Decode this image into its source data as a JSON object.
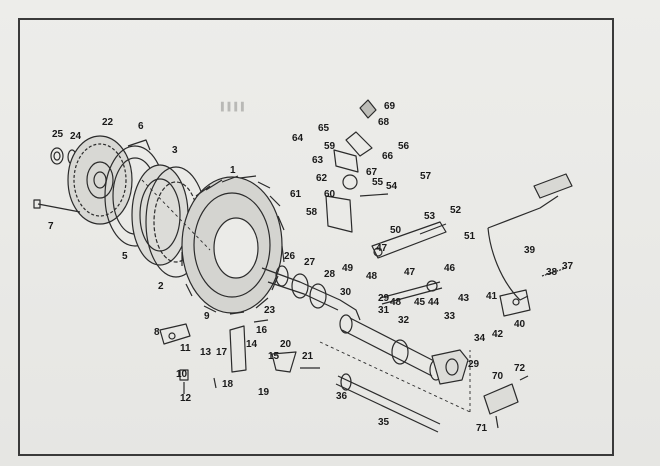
{
  "diagram": {
    "type": "exploded-parts-diagram",
    "background_color": "#e9e9e6",
    "line_color": "#2b2b2b",
    "callouts": [
      {
        "id": "c1",
        "text": "1"
      },
      {
        "id": "c2",
        "text": "2"
      },
      {
        "id": "c3",
        "text": "3"
      },
      {
        "id": "c5",
        "text": "5"
      },
      {
        "id": "c6",
        "text": "6"
      },
      {
        "id": "c7",
        "text": "7"
      },
      {
        "id": "c8",
        "text": "8"
      },
      {
        "id": "c9",
        "text": "9"
      },
      {
        "id": "c10",
        "text": "10"
      },
      {
        "id": "c11",
        "text": "11"
      },
      {
        "id": "c12",
        "text": "12"
      },
      {
        "id": "c13",
        "text": "13"
      },
      {
        "id": "c14",
        "text": "14"
      },
      {
        "id": "c15",
        "text": "15"
      },
      {
        "id": "c16",
        "text": "16"
      },
      {
        "id": "c17",
        "text": "17"
      },
      {
        "id": "c18",
        "text": "18"
      },
      {
        "id": "c19",
        "text": "19"
      },
      {
        "id": "c20",
        "text": "20"
      },
      {
        "id": "c21",
        "text": "21"
      },
      {
        "id": "c22",
        "text": "22"
      },
      {
        "id": "c23",
        "text": "23"
      },
      {
        "id": "c24",
        "text": "24"
      },
      {
        "id": "c25",
        "text": "25"
      },
      {
        "id": "c26",
        "text": "26"
      },
      {
        "id": "c27",
        "text": "27"
      },
      {
        "id": "c28",
        "text": "28"
      },
      {
        "id": "c29a",
        "text": "29"
      },
      {
        "id": "c29b",
        "text": "29"
      },
      {
        "id": "c30",
        "text": "30"
      },
      {
        "id": "c31",
        "text": "31"
      },
      {
        "id": "c32",
        "text": "32"
      },
      {
        "id": "c33",
        "text": "33"
      },
      {
        "id": "c34",
        "text": "34"
      },
      {
        "id": "c35",
        "text": "35"
      },
      {
        "id": "c36",
        "text": "36"
      },
      {
        "id": "c37",
        "text": "37"
      },
      {
        "id": "c38",
        "text": "38"
      },
      {
        "id": "c39",
        "text": "39"
      },
      {
        "id": "c40",
        "text": "40"
      },
      {
        "id": "c41",
        "text": "41"
      },
      {
        "id": "c42",
        "text": "42"
      },
      {
        "id": "c43",
        "text": "43"
      },
      {
        "id": "c44",
        "text": "44"
      },
      {
        "id": "c45",
        "text": "45"
      },
      {
        "id": "c46",
        "text": "46"
      },
      {
        "id": "c47a",
        "text": "47"
      },
      {
        "id": "c47b",
        "text": "47"
      },
      {
        "id": "c48a",
        "text": "48"
      },
      {
        "id": "c48b",
        "text": "48"
      },
      {
        "id": "c49",
        "text": "49"
      },
      {
        "id": "c50",
        "text": "50"
      },
      {
        "id": "c51",
        "text": "51"
      },
      {
        "id": "c52",
        "text": "52"
      },
      {
        "id": "c53",
        "text": "53"
      },
      {
        "id": "c54",
        "text": "54"
      },
      {
        "id": "c55",
        "text": "55"
      },
      {
        "id": "c56",
        "text": "56"
      },
      {
        "id": "c57",
        "text": "57"
      },
      {
        "id": "c58",
        "text": "58"
      },
      {
        "id": "c59",
        "text": "59"
      },
      {
        "id": "c60",
        "text": "60"
      },
      {
        "id": "c61",
        "text": "61"
      },
      {
        "id": "c62",
        "text": "62"
      },
      {
        "id": "c63",
        "text": "63"
      },
      {
        "id": "c64",
        "text": "64"
      },
      {
        "id": "c65",
        "text": "65"
      },
      {
        "id": "c66",
        "text": "66"
      },
      {
        "id": "c67",
        "text": "67"
      },
      {
        "id": "c68",
        "text": "68"
      },
      {
        "id": "c69",
        "text": "69"
      },
      {
        "id": "c70",
        "text": "70"
      },
      {
        "id": "c71",
        "text": "71"
      },
      {
        "id": "c72",
        "text": "72"
      }
    ]
  }
}
